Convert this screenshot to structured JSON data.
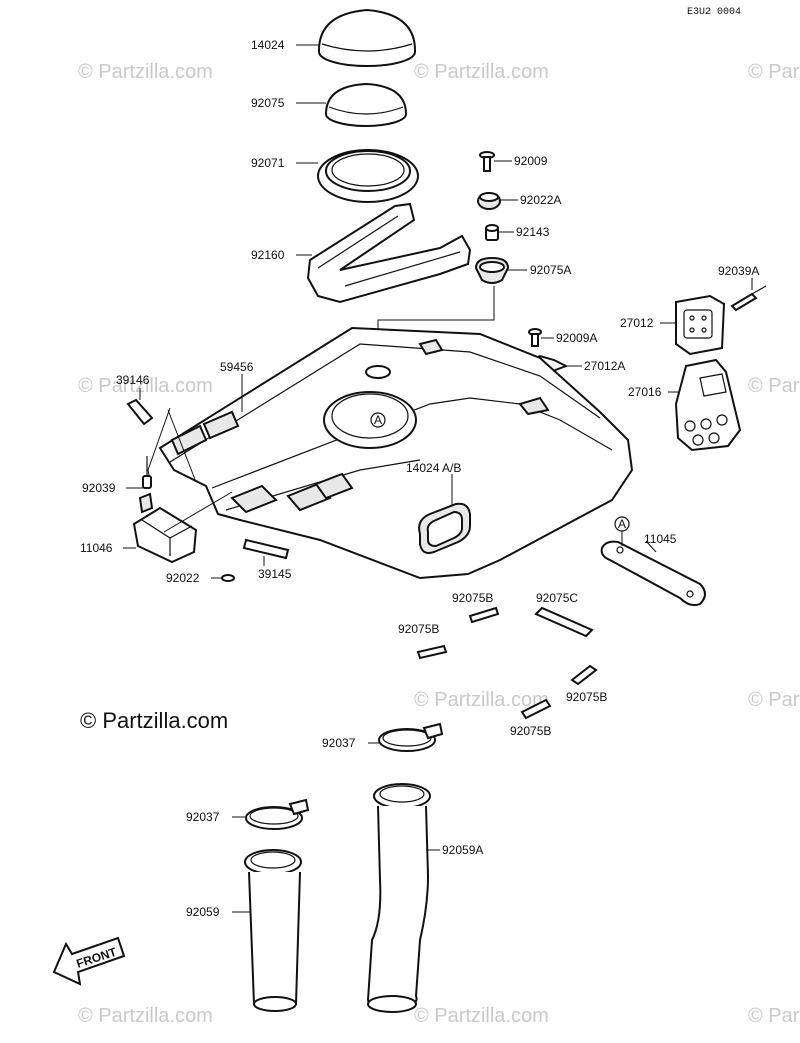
{
  "diagram_code": "E3U2 0004",
  "watermark_main": "© Partzilla.com",
  "watermark_repeat": "© Partzilla.com",
  "front_label": "FRONT",
  "marker_a": "A",
  "labels": {
    "p14024": "14024",
    "p92075": "92075",
    "p92071": "92071",
    "p92009": "92009",
    "p92022a": "92022A",
    "p92143": "92143",
    "p92160": "92160",
    "p92075a": "92075A",
    "p92039a": "92039A",
    "p27012": "27012",
    "p92009a": "92009A",
    "p27012a": "27012A",
    "p27016": "27016",
    "p39146": "39146",
    "p59456": "59456",
    "p92039": "92039",
    "p14024ab": "14024 A/B",
    "p11046": "11046",
    "p92022": "92022",
    "p39145": "39145",
    "p11045": "11045",
    "p92075b_1": "92075B",
    "p92075c": "92075C",
    "p92075b_2": "92075B",
    "p92075b_3": "92075B",
    "p92075b_4": "92075B",
    "p92037_1": "92037",
    "p92037_2": "92037",
    "p92059a": "92059A",
    "p92059": "92059"
  }
}
